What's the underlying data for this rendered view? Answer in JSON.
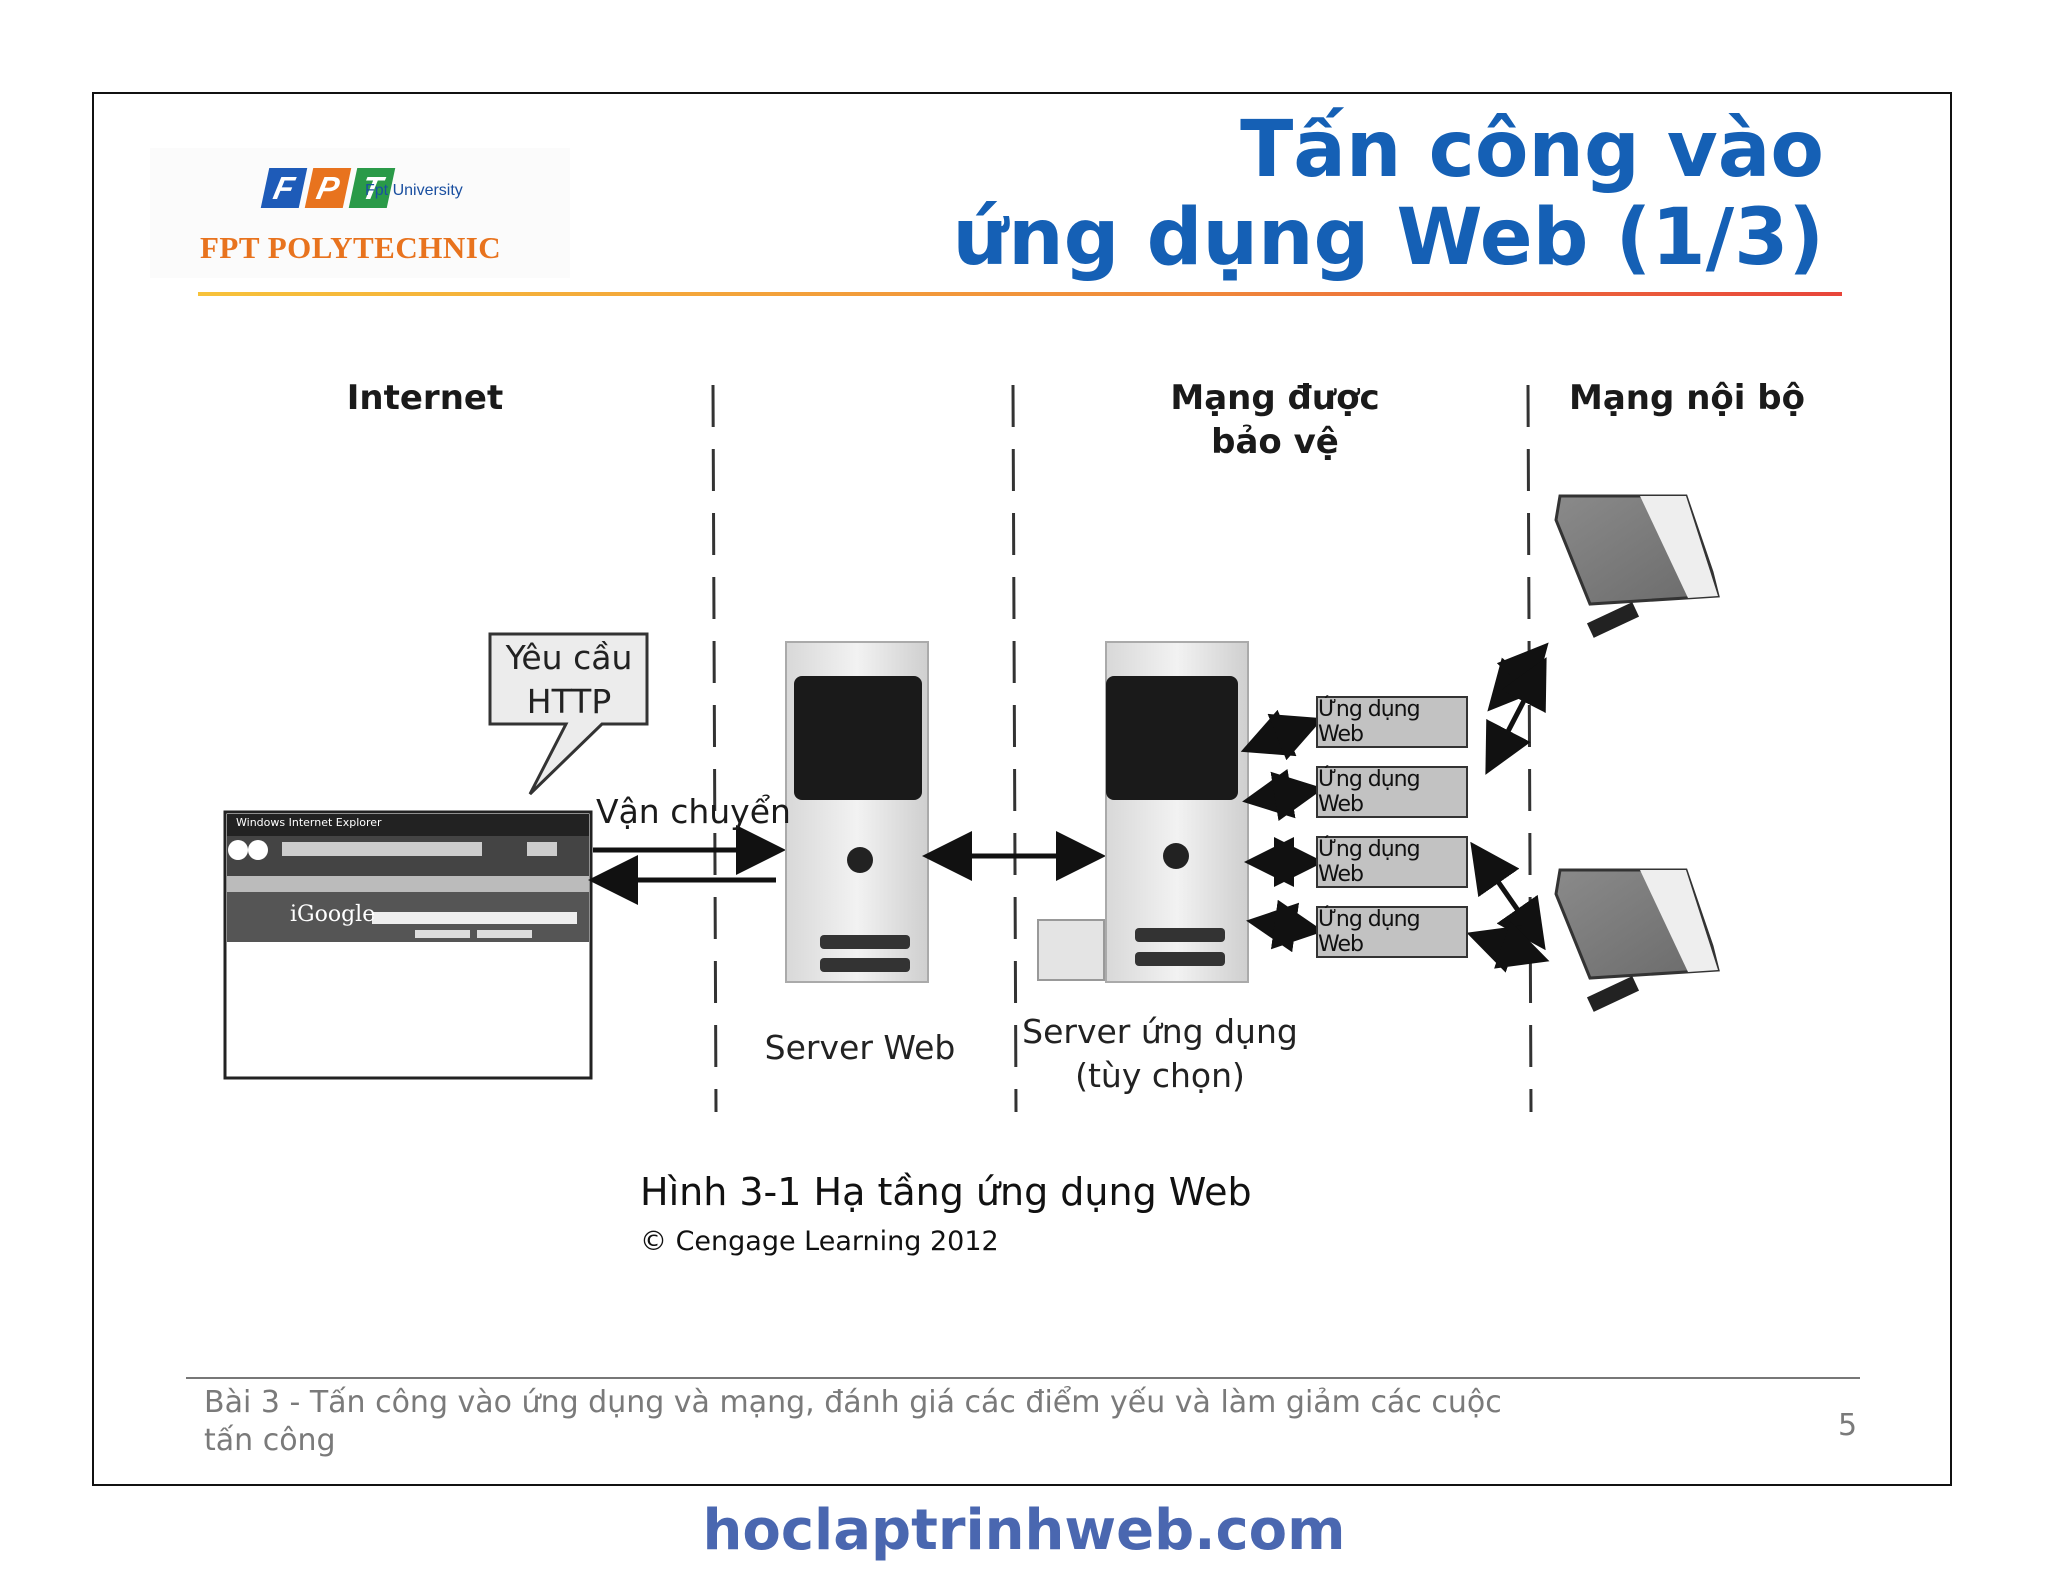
{
  "header": {
    "logo": {
      "letters": [
        "F",
        "P",
        "T"
      ],
      "letter_colors": [
        "#1e5bb8",
        "#e8731e",
        "#2a9a48"
      ],
      "university": "Fpt University",
      "brand": "FPT POLYTECHNIC"
    },
    "title_line1": "Tấn công vào",
    "title_line2": "ứng dụng Web (1/3)"
  },
  "diagram": {
    "columns": {
      "internet": "Internet",
      "protected_line1": "Mạng được",
      "protected_line2": "bảo vệ",
      "internal": "Mạng nội bộ"
    },
    "callout_line1": "Yêu cầu",
    "callout_line2": "HTTP",
    "transport": "Vận chuyển",
    "browser": {
      "window_title": "Windows Internet Explorer",
      "page_logo": "iGoogle"
    },
    "web_server": "Server Web",
    "app_server_line1": "Server ứng dụng",
    "app_server_line2": "(tùy chọn)",
    "apps": [
      "Ứng dụng Web",
      "Ứng dụng Web",
      "Ứng dụng Web",
      "Ứng dụng Web"
    ]
  },
  "caption": {
    "figure": "Hình 3-1 Hạ tầng ứng dụng Web",
    "credit": "© Cengage Learning 2012"
  },
  "footer": {
    "text": "Bài 3 - Tấn công vào ứng dụng và mạng, đánh giá các điểm yếu và làm giảm các cuộc tấn công",
    "page": "5"
  },
  "watermark": "hoclaptrinhweb.com",
  "colors": {
    "title": "#1560b5",
    "brand_orange": "#e8731e",
    "watermark": "#4a67b0"
  }
}
